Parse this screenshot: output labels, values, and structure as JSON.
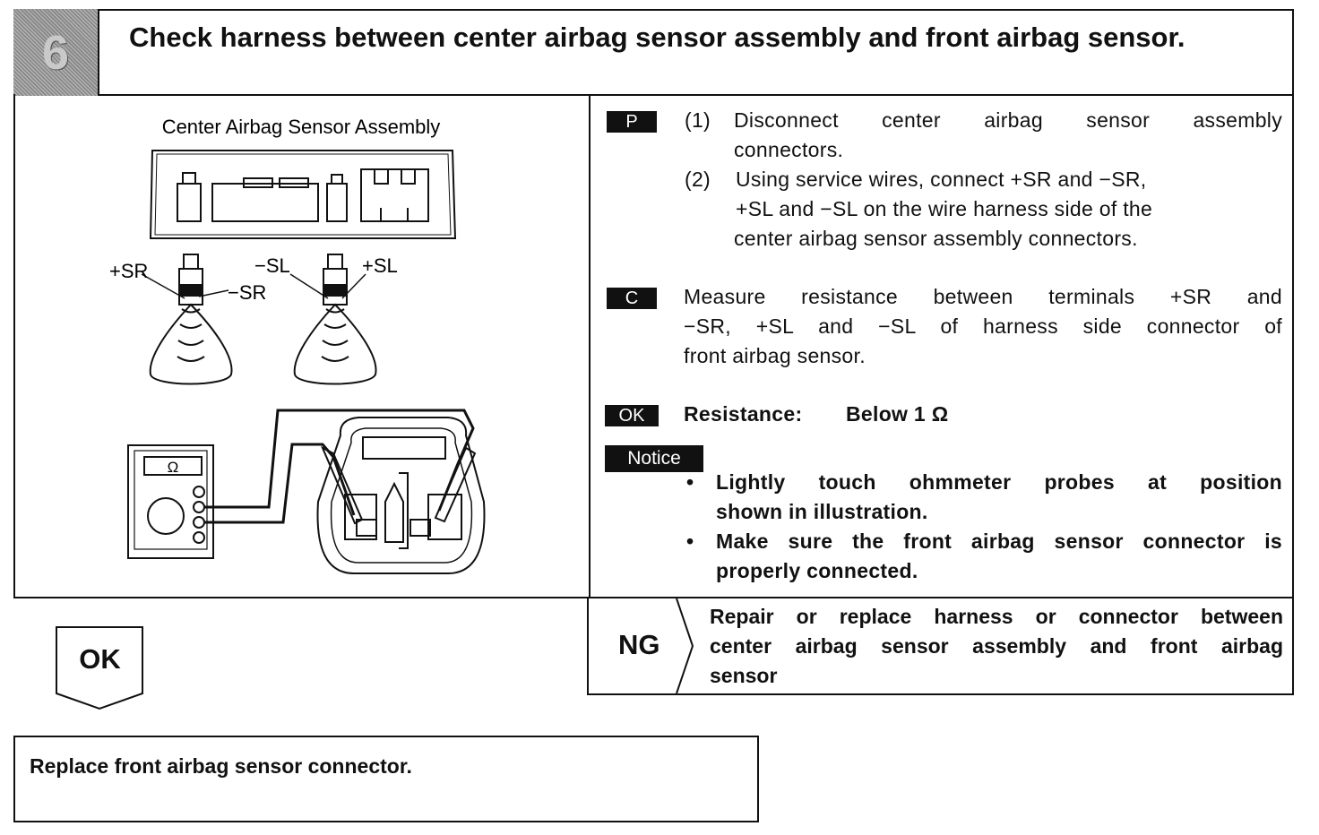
{
  "header": {
    "step_number": "6",
    "title": "Check harness between center airbag sensor assembly and front airbag sensor."
  },
  "illustration": {
    "caption": "Center Airbag Sensor Assembly",
    "labels": {
      "plus_sr": "+SR",
      "minus_sr": "−SR",
      "minus_sl": "−SL",
      "plus_sl": "+SL",
      "meter_symbol": "Ω"
    }
  },
  "prepare": {
    "tag": "P",
    "step1_num": "(1)",
    "step1_line1": "Disconnect center airbag sensor assembly",
    "step1_line2": "connectors.",
    "step2_num": "(2)",
    "step2_line1": "Using service wires, connect +SR and −SR,",
    "step2_line2": "+SL and −SL on the wire harness side of the",
    "step2_line3": "center airbag sensor assembly connectors."
  },
  "check": {
    "tag": "C",
    "line1": "Measure resistance between terminals +SR and",
    "line2": "−SR, +SL and −SL of harness side connector of",
    "line3": "front airbag sensor."
  },
  "ok_spec": {
    "tag": "OK",
    "label": "Resistance:",
    "value": "Below 1 Ω"
  },
  "notice": {
    "tag": "Notice",
    "bullet1_line1": "Lightly touch ohmmeter probes at position",
    "bullet1_line2": "shown in illustration.",
    "bullet2_line1": "Make sure the front airbag sensor connector is",
    "bullet2_line2": "properly connected."
  },
  "ng": {
    "label": "NG",
    "line1": "Repair or replace harness or connector between",
    "line2": "center airbag sensor assembly and front airbag",
    "line3": "sensor"
  },
  "ok_branch": {
    "label": "OK"
  },
  "result": {
    "text": "Replace front airbag sensor connector."
  }
}
